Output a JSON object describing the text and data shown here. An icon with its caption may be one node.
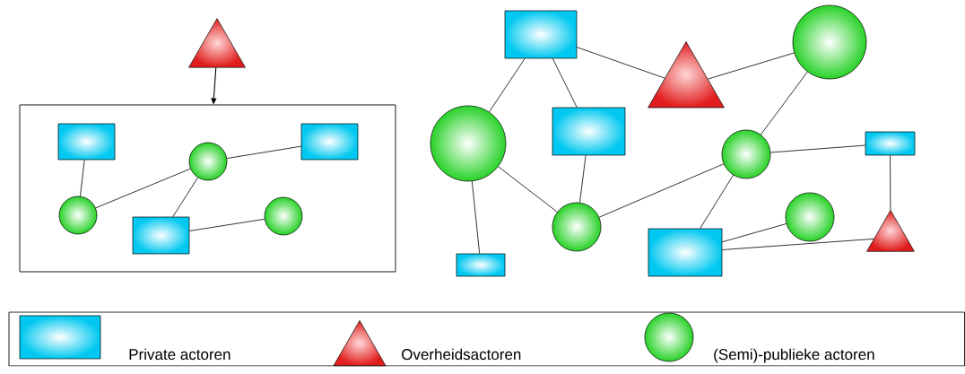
{
  "diagram": {
    "nodes": [
      {
        "text": [],
        "shape": "box"
      },
      {
        "text": [],
        "shape": "triangle"
      },
      {
        "text": [],
        "shape": "box",
        "in": 0
      },
      {
        "text": [],
        "shape": "circle",
        "in": 0
      },
      {
        "text": [],
        "shape": "circle",
        "in": 0
      },
      {
        "text": [],
        "shape": "box",
        "in": 0
      },
      {
        "text": [],
        "shape": "box",
        "in": 0
      },
      {
        "text": [],
        "shape": "circle",
        "in": 0
      },
      {
        "text": [],
        "shape": "box"
      },
      {
        "text": [],
        "shape": "triangle"
      },
      {
        "text": [],
        "shape": "circle"
      },
      {
        "text": [],
        "shape": "circle"
      },
      {
        "text": [],
        "shape": "box"
      },
      {
        "text": [],
        "shape": "circle"
      },
      {
        "text": [],
        "shape": "box"
      },
      {
        "text": [],
        "shape": "circle"
      },
      {
        "text": [],
        "shape": "box"
      },
      {
        "text": [],
        "shape": "circle"
      },
      {
        "text": [],
        "shape": "box"
      },
      {
        "text": [],
        "shape": "triangle"
      }
    ],
    "edges": [
      {
        "from": 1,
        "to": 0,
        "arrow": "to"
      },
      {
        "from": 2,
        "to": 3,
        "arrow": "none"
      },
      {
        "from": 3,
        "to": 4,
        "arrow": "none"
      },
      {
        "from": 4,
        "to": 5,
        "arrow": "none"
      },
      {
        "from": 4,
        "to": 6,
        "arrow": "none"
      },
      {
        "from": 6,
        "to": 7,
        "arrow": "none"
      },
      {
        "from": 8,
        "to": 11,
        "arrow": "none"
      },
      {
        "from": 8,
        "to": 12,
        "arrow": "none"
      },
      {
        "from": 8,
        "to": 9,
        "arrow": "none"
      },
      {
        "from": 9,
        "to": 10,
        "arrow": "none"
      },
      {
        "from": 10,
        "to": 13,
        "arrow": "none"
      },
      {
        "from": 13,
        "to": 14,
        "arrow": "none"
      },
      {
        "from": 12,
        "to": 15,
        "arrow": "none"
      },
      {
        "from": 11,
        "to": 15,
        "arrow": "none"
      },
      {
        "from": 11,
        "to": 16,
        "arrow": "none"
      },
      {
        "from": 15,
        "to": 13,
        "arrow": "none"
      },
      {
        "from": 13,
        "to": 18,
        "arrow": "none"
      },
      {
        "from": 18,
        "to": 17,
        "arrow": "none"
      },
      {
        "from": 18,
        "to": 19,
        "arrow": "none"
      },
      {
        "from": 14,
        "to": 19,
        "arrow": "none"
      }
    ],
    "legend": [
      {
        "text": "Private actoren"
      },
      {
        "text": "Overheidsactoren"
      },
      {
        "text": "(Semi)-publieke actoren"
      }
    ]
  }
}
